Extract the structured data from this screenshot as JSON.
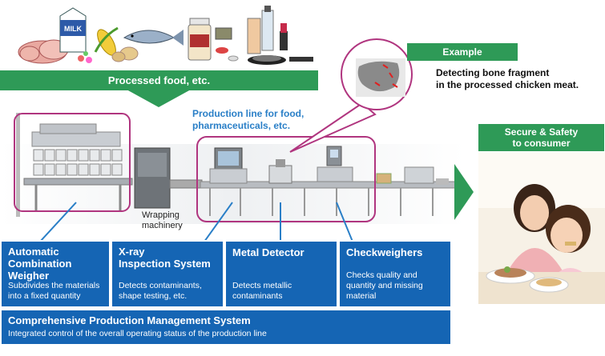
{
  "top_banner": "Processed food, etc.",
  "production_line_label_1": "Production line for food,",
  "production_line_label_2": "pharmaceuticals, etc.",
  "wrapping_label_1": "Wrapping",
  "wrapping_label_2": "machinery",
  "example": {
    "tag": "Example",
    "text_1": "Detecting bone fragment",
    "text_2": "in the processed chicken meat."
  },
  "secure": {
    "line_1": "Secure & Safety",
    "line_2": "to consumer"
  },
  "milk_text": "MILK",
  "boxes": [
    {
      "title_1": "Automatic",
      "title_2": "Combination",
      "title_3": "Weigher",
      "desc_1": "Subdivides the materials",
      "desc_2": "into a fixed quantity"
    },
    {
      "title_1": "X-ray",
      "title_2": "Inspection System",
      "desc_1": "Detects contaminants,",
      "desc_2": "shape testing, etc."
    },
    {
      "title_1": "Metal Detector",
      "desc_1": "Detects metallic",
      "desc_2": "contaminants"
    },
    {
      "title_1": "Checkweighers",
      "desc_1": "Checks quality and",
      "desc_2": "quantity and missing",
      "desc_3": "material"
    }
  ],
  "bottom": {
    "title": "Comprehensive Production Management System",
    "desc": "Integrated control of the overall operating status of the production line"
  },
  "colors": {
    "green": "#2e9a57",
    "blue": "#1565b4",
    "magenta": "#b0357f",
    "lightblue": "#2a7fc7"
  }
}
